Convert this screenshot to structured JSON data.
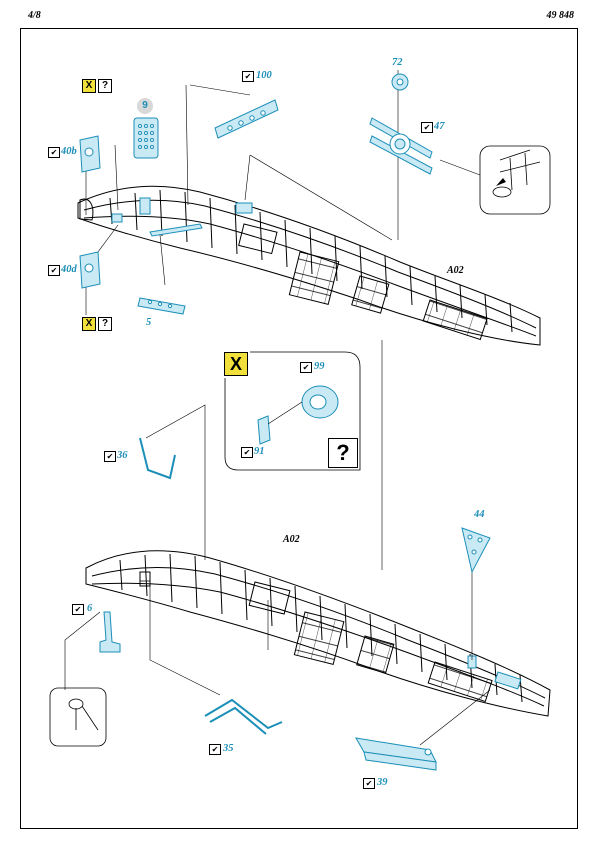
{
  "header": {
    "page": "4/8",
    "set": "49 848"
  },
  "check_glyph": "✔",
  "top_view": {
    "assembly_ref": "A02",
    "parts": {
      "p100": "100",
      "p72": "72",
      "p47": "47",
      "p9": "9",
      "p40b": "40b",
      "p40d": "40d",
      "p5": "5"
    },
    "x_marker": "X",
    "q_marker": "?"
  },
  "inset_view": {
    "x_marker": "X",
    "q_marker": "?",
    "parts": {
      "p99": "99",
      "p91": "91"
    }
  },
  "left_part": {
    "p36": "36"
  },
  "bottom_view": {
    "assembly_ref": "A02",
    "parts": {
      "p44": "44",
      "p6": "6",
      "p35": "35",
      "p39": "39"
    }
  },
  "colors": {
    "etch": "#1c8fb8",
    "etch_fill": "#c9e9f4",
    "marker": "#f1e03b",
    "line": "#000000"
  }
}
